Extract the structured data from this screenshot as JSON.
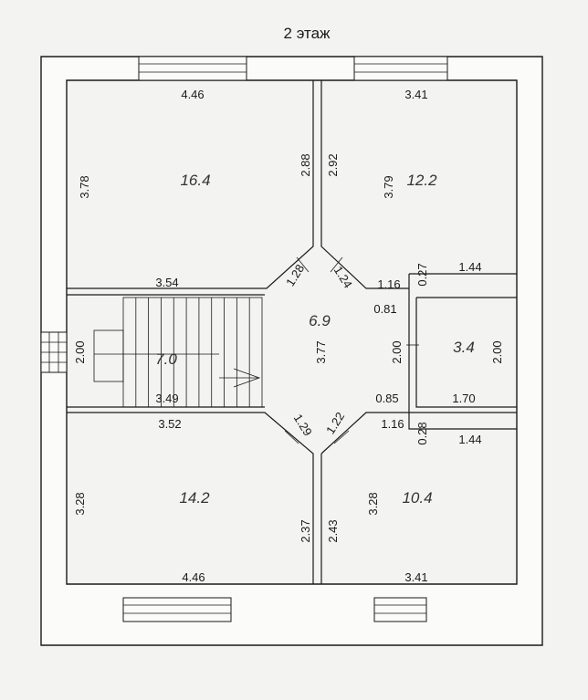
{
  "title": "2 этаж",
  "areas": [
    "16.4",
    "12.2",
    "6.9",
    "7.0",
    "3.4",
    "14.2",
    "10.4"
  ],
  "dims": {
    "d_446_top": "4.46",
    "d_341_top": "3.41",
    "d_378": "3.78",
    "d_288": "2.88",
    "d_292": "2.92",
    "d_379": "3.79",
    "d_144_top": "1.44",
    "d_027": "0.27",
    "d_354": "3.54",
    "d_128": "1.28",
    "d_124": "1.24",
    "d_116_top": "1.16",
    "d_081": "0.81",
    "d_200_left": "2.00",
    "d_377": "3.77",
    "d_200_mid": "2.00",
    "d_200_right": "2.00",
    "d_349": "3.49",
    "d_085": "0.85",
    "d_170": "1.70",
    "d_352": "3.52",
    "d_129": "1.29",
    "d_122": "1.22",
    "d_116_bot": "1.16",
    "d_028": "0.28",
    "d_144_bot": "1.44",
    "d_328_left": "3.28",
    "d_237": "2.37",
    "d_243": "2.43",
    "d_328_right": "3.28",
    "d_446_bot": "4.46",
    "d_341_bot": "3.41"
  }
}
